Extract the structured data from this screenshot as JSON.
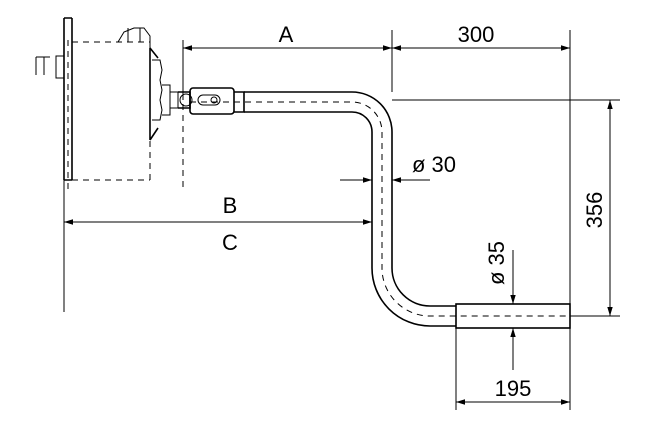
{
  "dimensions": {
    "a": "A",
    "b": "B",
    "c": "C",
    "top_length": "300",
    "height": "356",
    "tube_diameter": "ø 30",
    "grip_diameter": "ø 35",
    "grip_length": "195"
  }
}
